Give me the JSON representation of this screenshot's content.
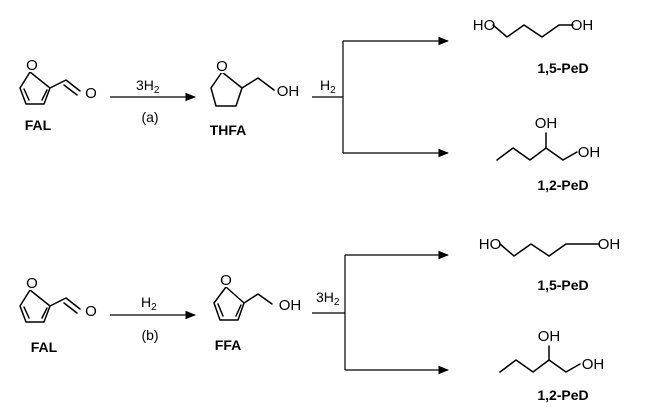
{
  "top": {
    "start_label": "FAL",
    "start_atom_ring_o": "O",
    "start_atom_ald_o": "O",
    "arrow1_reagent": "3H",
    "arrow1_reagent_sub": "2",
    "arrow1_step": "(a)",
    "mid_label": "THFA",
    "mid_atom_ring_o": "O",
    "mid_atom_oh": "OH",
    "split_reagent": "H",
    "split_reagent_sub": "2",
    "prod1_label": "1,5-PeD",
    "prod1_ho": "HO",
    "prod1_oh": "OH",
    "prod2_label": "1,2-PeD",
    "prod2_oh_top": "OH",
    "prod2_oh_right": "OH"
  },
  "bottom": {
    "start_label": "FAL",
    "start_atom_ring_o": "O",
    "start_atom_ald_o": "O",
    "arrow1_reagent": "H",
    "arrow1_reagent_sub": "2",
    "arrow1_step": "(b)",
    "mid_label": "FFA",
    "mid_atom_ring_o": "O",
    "mid_atom_oh": "OH",
    "split_reagent": "3H",
    "split_reagent_sub": "2",
    "prod1_label": "1,5-PeD",
    "prod1_ho": "HO",
    "prod1_oh": "OH",
    "prod2_label": "1,2-PeD",
    "prod2_oh_top": "OH",
    "prod2_oh_right": "OH"
  }
}
